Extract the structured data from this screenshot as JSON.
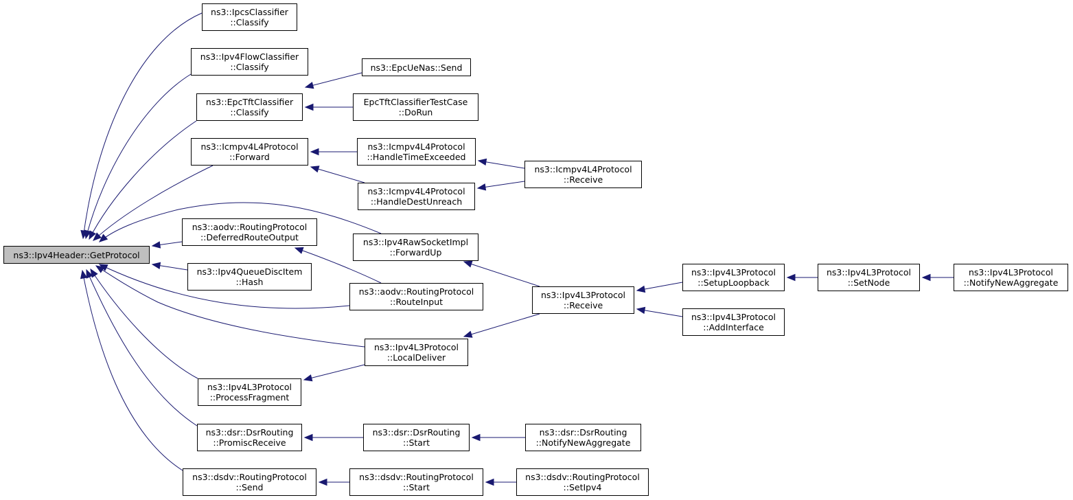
{
  "graph": {
    "nodes": {
      "root": [
        "ns3::Ipv4Header::GetProtocol"
      ],
      "ipcs": [
        "ns3::IpcsClassifier",
        "::Classify"
      ],
      "flowcls": [
        "ns3::Ipv4FlowClassifier",
        "::Classify"
      ],
      "epctft": [
        "ns3::EpcTftClassifier",
        "::Classify"
      ],
      "epcue": [
        "ns3::EpcUeNas::Send"
      ],
      "epctest": [
        "EpcTftClassifierTestCase",
        "::DoRun"
      ],
      "icmpfwd": [
        "ns3::Icmpv4L4Protocol",
        "::Forward"
      ],
      "icmptime": [
        "ns3::Icmpv4L4Protocol",
        "::HandleTimeExceeded"
      ],
      "icmpdest": [
        "ns3::Icmpv4L4Protocol",
        "::HandleDestUnreach"
      ],
      "icmprecv": [
        "ns3::Icmpv4L4Protocol",
        "::Receive"
      ],
      "aodvdef": [
        "ns3::aodv::RoutingProtocol",
        "::DeferredRouteOutput"
      ],
      "rawsock": [
        "ns3::Ipv4RawSocketImpl",
        "::ForwardUp"
      ],
      "queue": [
        "ns3::Ipv4QueueDiscItem",
        "::Hash"
      ],
      "aodvroute": [
        "ns3::aodv::RoutingProtocol",
        "::RouteInput"
      ],
      "l3recv": [
        "ns3::Ipv4L3Protocol",
        "::Receive"
      ],
      "l3loop": [
        "ns3::Ipv4L3Protocol",
        "::SetupLoopback"
      ],
      "l3setnode": [
        "ns3::Ipv4L3Protocol",
        "::SetNode"
      ],
      "l3notify": [
        "ns3::Ipv4L3Protocol",
        "::NotifyNewAggregate"
      ],
      "l3addif": [
        "ns3::Ipv4L3Protocol",
        "::AddInterface"
      ],
      "l3local": [
        "ns3::Ipv4L3Protocol",
        "::LocalDeliver"
      ],
      "l3frag": [
        "ns3::Ipv4L3Protocol",
        "::ProcessFragment"
      ],
      "dsrpromisc": [
        "ns3::dsr::DsrRouting",
        "::PromiscReceive"
      ],
      "dsrstart": [
        "ns3::dsr::DsrRouting",
        "::Start"
      ],
      "dsrnotify": [
        "ns3::dsr::DsrRouting",
        "::NotifyNewAggregate"
      ],
      "dsdvsend": [
        "ns3::dsdv::RoutingProtocol",
        "::Send"
      ],
      "dsdvstart": [
        "ns3::dsdv::RoutingProtocol",
        "::Start"
      ],
      "dsdvsetipv4": [
        "ns3::dsdv::RoutingProtocol",
        "::SetIpv4"
      ]
    },
    "edges": [
      [
        "ipcs",
        "root"
      ],
      [
        "flowcls",
        "root"
      ],
      [
        "epctft",
        "root"
      ],
      [
        "icmpfwd",
        "root"
      ],
      [
        "aodvdef",
        "root"
      ],
      [
        "rawsock",
        "root"
      ],
      [
        "queue",
        "root"
      ],
      [
        "aodvroute",
        "root"
      ],
      [
        "l3local",
        "root"
      ],
      [
        "l3frag",
        "root"
      ],
      [
        "dsrpromisc",
        "root"
      ],
      [
        "dsdvsend",
        "root"
      ],
      [
        "epcue",
        "epctft"
      ],
      [
        "epctest",
        "epctft"
      ],
      [
        "icmptime",
        "icmpfwd"
      ],
      [
        "icmpdest",
        "icmpfwd"
      ],
      [
        "icmprecv",
        "icmptime"
      ],
      [
        "icmprecv",
        "icmpdest"
      ],
      [
        "aodvroute",
        "aodvdef"
      ],
      [
        "l3recv",
        "rawsock"
      ],
      [
        "l3recv",
        "l3local"
      ],
      [
        "l3loop",
        "l3recv"
      ],
      [
        "l3addif",
        "l3recv"
      ],
      [
        "l3setnode",
        "l3loop"
      ],
      [
        "l3notify",
        "l3setnode"
      ],
      [
        "l3local",
        "l3frag"
      ],
      [
        "dsrstart",
        "dsrpromisc"
      ],
      [
        "dsrnotify",
        "dsrstart"
      ],
      [
        "dsdvstart",
        "dsdvsend"
      ],
      [
        "dsdvsetipv4",
        "dsdvstart"
      ]
    ]
  },
  "colors": {
    "edge": "#191970",
    "root_fill": "#bfbfbf",
    "node_border": "#000000"
  }
}
